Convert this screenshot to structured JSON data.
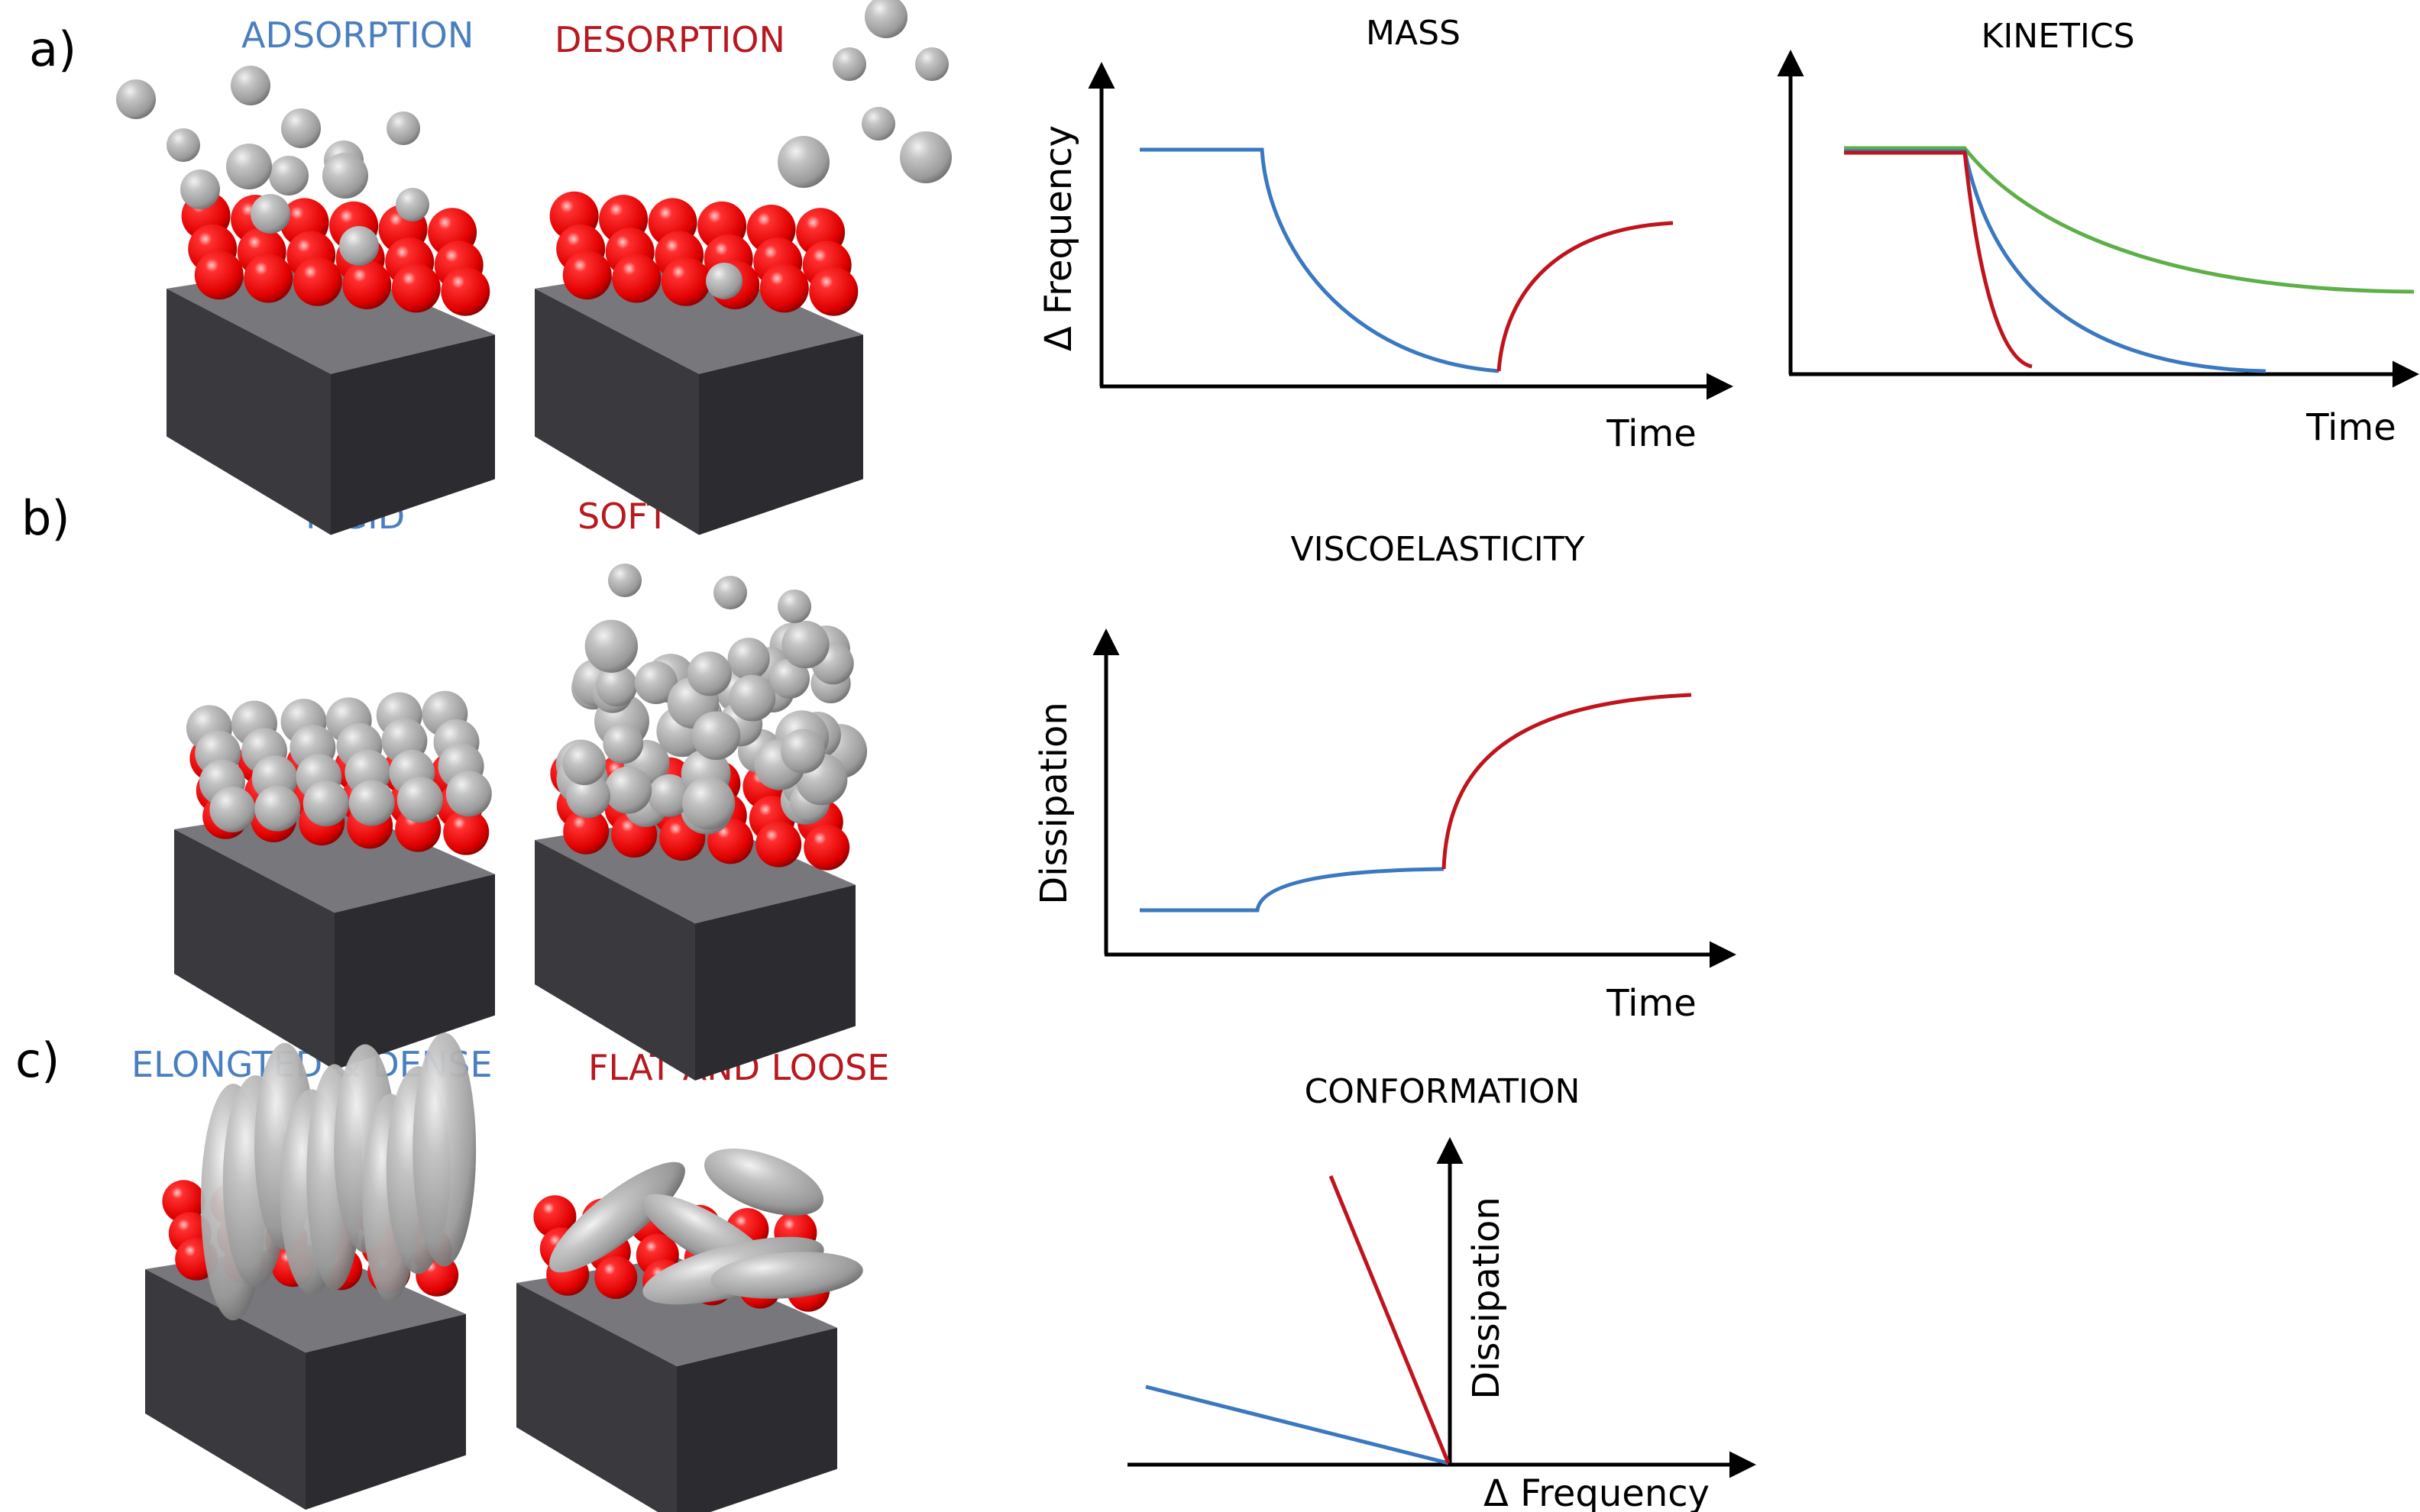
{
  "labels": {
    "row_a": "a)",
    "row_b": "b)",
    "row_c": "c)",
    "adsorption": "ADSORPTION",
    "desorption": "DESORPTION",
    "rigid": "RIGID",
    "soft": "SOFT",
    "elongated": "ELONGTED & DENSE",
    "flat": "FLAT AND LOOSE"
  },
  "charts": {
    "mass": {
      "title": "MASS",
      "xlabel": "Time",
      "ylabel": "Δ Frequency"
    },
    "kinetics": {
      "title": "KINETICS",
      "xlabel": "Time"
    },
    "viscoelasticity": {
      "title": "VISCOELASTICITY",
      "xlabel": "Time",
      "ylabel": "Dissipation"
    },
    "conformation": {
      "title": "CONFORMATION",
      "xlabel": "Δ Frequency",
      "ylabel": "Dissipation"
    }
  },
  "colors": {
    "blue": "#3a78c0",
    "red": "#c0141c",
    "green": "#5cb046",
    "label_blue": "#4a7fbf",
    "label_red": "#b8181f",
    "sphere_red": "#ff1a1a",
    "sphere_grey": "#b4b4b4",
    "block": "#3a3a3e",
    "axis": "#000000"
  }
}
